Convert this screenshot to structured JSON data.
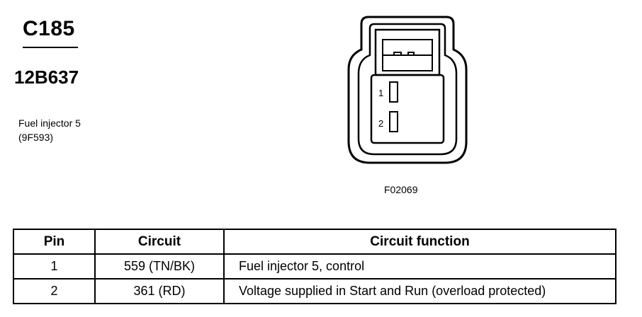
{
  "connector": {
    "id": "C185",
    "part_number": "12B637",
    "component_name": "Fuel injector 5",
    "component_code": "(9F593)"
  },
  "diagram": {
    "figure_id": "F02069",
    "pins": [
      "1",
      "2"
    ]
  },
  "table": {
    "headers": [
      "Pin",
      "Circuit",
      "Circuit function"
    ],
    "rows": [
      {
        "pin": "1",
        "circuit": "559 (TN/BK)",
        "function": "Fuel injector 5, control"
      },
      {
        "pin": "2",
        "circuit": "361 (RD)",
        "function": "Voltage supplied in Start and Run (overload protected)"
      }
    ]
  }
}
